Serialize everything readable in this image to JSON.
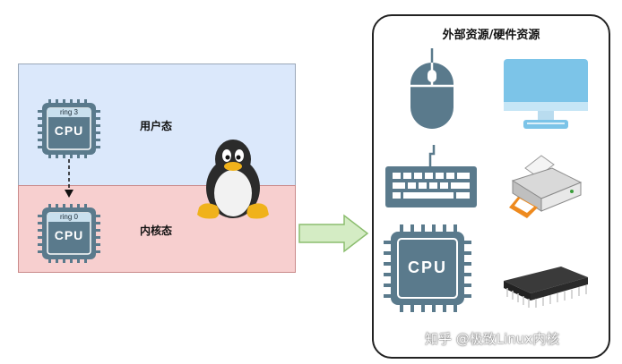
{
  "diagram": {
    "user_mode_label": "用户态",
    "kernel_mode_label": "内核态",
    "cpu_user": {
      "ring": "ring 3",
      "name": "CPU"
    },
    "cpu_kernel": {
      "ring": "ring 0",
      "name": "CPU"
    },
    "hardware_title": "外部资源/硬件资源",
    "hardware_cpu_label": "CPU",
    "watermark": "知乎 @极致Linux内核"
  },
  "colors": {
    "user_zone": "#dbe8fb",
    "kernel_zone": "#f7cfcf",
    "chip": "#5a7a8c",
    "arrow": "#d4ecc4"
  },
  "icons": [
    "cpu-icon",
    "tux-penguin-icon",
    "mouse-icon",
    "monitor-icon",
    "keyboard-icon",
    "printer-icon",
    "memory-chip-icon",
    "arrow-right-icon"
  ]
}
